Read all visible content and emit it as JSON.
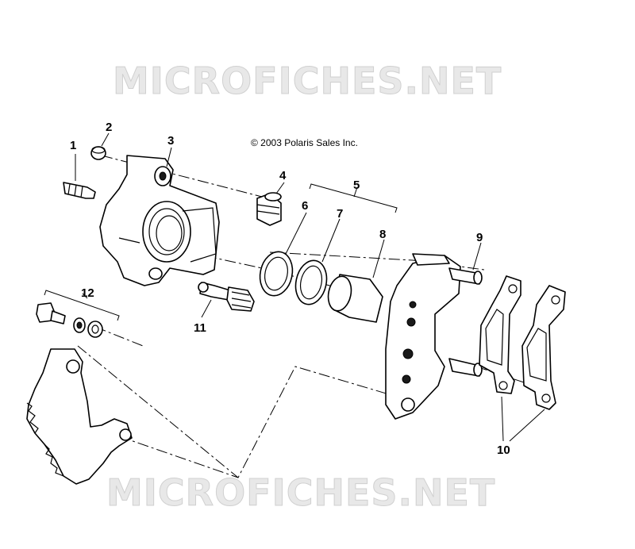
{
  "watermark": {
    "top_text": "MICROFICHES.NET",
    "bottom_text": "MICROFICHES.NET"
  },
  "copyright": "© 2003 Polaris Sales Inc.",
  "callouts": {
    "c1": "1",
    "c2": "2",
    "c3": "3",
    "c4": "4",
    "c5": "5",
    "c6": "6",
    "c7": "7",
    "c8": "8",
    "c9": "9",
    "c10": "10",
    "c11": "11",
    "c12": "12"
  }
}
